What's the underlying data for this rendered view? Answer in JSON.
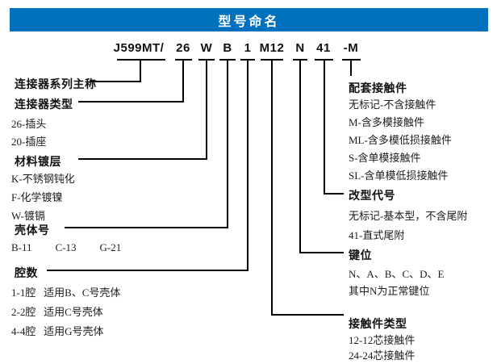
{
  "header": {
    "title": "型号命名"
  },
  "colors": {
    "header_bg": "#0071BE",
    "header_text": "#FFFFFF",
    "line": "#000000",
    "text": "#111111"
  },
  "part_number": {
    "full": "J599MT/ 26 W B 1 M12 N 41 -M",
    "segments": [
      "J599MT/",
      "26",
      "W",
      "B",
      "1",
      "M12",
      "N",
      "41",
      "-M"
    ]
  },
  "groups": {
    "left": [
      {
        "title": "连接器系列主称",
        "items": []
      },
      {
        "title": "连接器类型",
        "items": [
          "26-插头",
          "20-插座"
        ]
      },
      {
        "title": "材料镀层",
        "items": [
          "K-不锈钢钝化",
          "F-化学镀镍",
          "W-镀镉"
        ]
      },
      {
        "title": "壳体号",
        "items": [
          "B-11",
          "C-13",
          "G-21"
        ]
      },
      {
        "title": "腔数",
        "items": [
          "1-1腔   适用B、C号壳体",
          "2-2腔   适用C号壳体",
          "4-4腔   适用G号壳体"
        ]
      }
    ],
    "right": [
      {
        "title": "配套接触件",
        "items": [
          "无标记-不含接触件",
          "M-含多模接触件",
          "ML-含多模低损接触件",
          "S-含单模接触件",
          "SL-含单模低损接触件"
        ]
      },
      {
        "title": "改型代号",
        "items": [
          "无标记-基本型，不含尾附",
          "41-直式尾附"
        ]
      },
      {
        "title": "键位",
        "items": [
          "N、A、B、C、D、E",
          "其中N为正常键位"
        ]
      },
      {
        "title": "接触件类型",
        "items": [
          "12-12芯接触件",
          "24-24芯接触件"
        ]
      }
    ]
  }
}
